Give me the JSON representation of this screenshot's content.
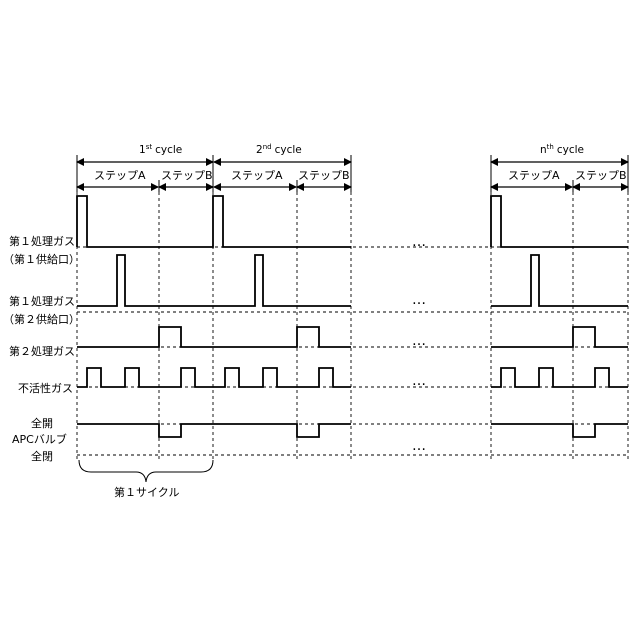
{
  "cycles": [
    {
      "num": "1",
      "sup": "st",
      "word": "cycle"
    },
    {
      "num": "2",
      "sup": "nd",
      "word": "cycle"
    },
    {
      "num": "n",
      "sup": "th",
      "word": "cycle"
    }
  ],
  "steps": {
    "a": "ステップA",
    "b": "ステップB"
  },
  "signals": {
    "gas1_label": "第１処理ガス",
    "port1_label": "（第１供給口）",
    "gas1b_label": "第１処理ガス",
    "port2_label": "（第２供給口）",
    "gas2_label": "第２処理ガス",
    "inert_label": "不活性ガス",
    "apc_open_label": "全開",
    "apc_label": "APCバルブ",
    "apc_closed_label": "全閉"
  },
  "ellipsis": "…",
  "cycle_brace_label": "第１サイクル"
}
